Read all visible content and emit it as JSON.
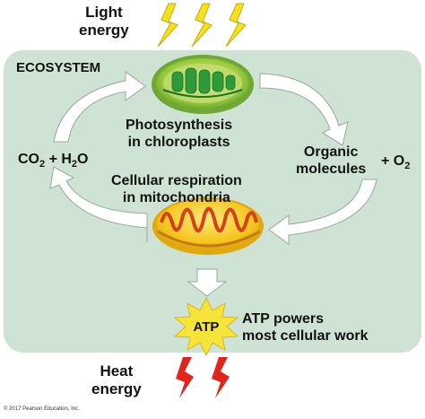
{
  "labels": {
    "light_line1": "Light",
    "light_line2": "energy",
    "ecosystem": "ECOSYSTEM",
    "photo_line1": "Photosynthesis",
    "photo_line2": "in chloroplasts",
    "organic_line1": "Organic",
    "organic_line2": "molecules",
    "o2_plus": "+ O",
    "o2_sub": "2",
    "co2_prefix": "CO",
    "co2_sub": "2",
    "h2o_mid": " + H",
    "h2o_sub": "2",
    "h2o_suffix": "O",
    "resp_line1": "Cellular respiration",
    "resp_line2": "in mitochondria",
    "atp": "ATP",
    "atp_line1": "ATP powers",
    "atp_line2": "most cellular work",
    "heat_line1": "Heat",
    "heat_line2": "energy",
    "copyright": "© 2017 Pearson Education, Inc."
  },
  "colors": {
    "ecosystem_bg": "#cfe3d4",
    "light_bolt": "#f5e21c",
    "heat_bolt": "#e0251b",
    "atp_star": "#f7e43a",
    "arrow_fill": "#ffffff",
    "chloroplast": "#8fc43e",
    "mitochondrion": "#f5c51f"
  }
}
